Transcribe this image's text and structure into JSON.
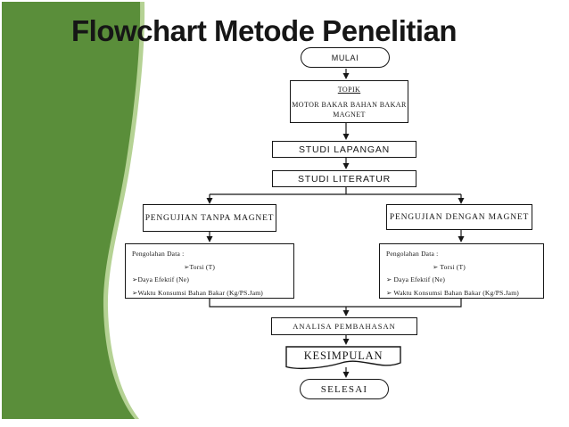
{
  "slide": {
    "title": "Flowchart Metode Penelitian",
    "colors": {
      "ribbon_green": "#5a8e3a",
      "ribbon_green_light": "#b5d294",
      "line_black": "#161616"
    }
  },
  "flowchart": {
    "start": "MULAI",
    "topik": {
      "heading": "TOPIK",
      "line1": "MOTOR BAKAR BAHAN BAKAR",
      "line2": "MAGNET"
    },
    "studi_lapangan": "STUDI LAPANGAN",
    "studi_literatur": "STUDI LITERATUR",
    "branch_left": {
      "title": "PENGUJIAN TANPA MAGNET",
      "data_title": "Pengolahan Data :",
      "items": [
        "➢Torsi (T)",
        "➢Daya Efektif (Ne)",
        "➢Waktu Konsumsi Bahan Bakar (Kg/PS.Jam)"
      ]
    },
    "branch_right": {
      "title": "PENGUJIAN DENGAN MAGNET",
      "data_title": "Pengolahan Data :",
      "items": [
        "➢ Torsi (T)",
        "➢ Daya Efektif (Ne)",
        "➢ Waktu Konsumsi Bahan Bakar (Kg/PS.Jam)"
      ]
    },
    "analisa": "ANALISA PEMBAHASAN",
    "kesimpulan": "KESIMPULAN",
    "end": "SELESAI"
  }
}
